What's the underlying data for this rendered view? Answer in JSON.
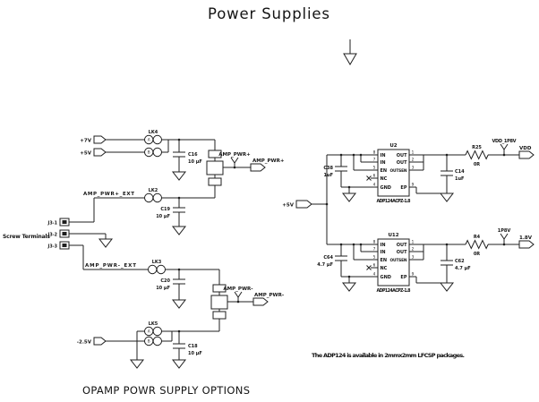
{
  "title": "Power Supplies",
  "caption": "OPAMP POWR SUPPLY OPTIONS",
  "note": "The ADP124 is available in 2mmx2mm LFCSP packages.",
  "screw": {
    "label": "Screw Terminals",
    "pin1": "J3-1",
    "pin2": "J3-2",
    "pin3": "J3-3"
  },
  "inputs": {
    "p7": "+7V",
    "p5": "+5V",
    "n25": "-2.5V",
    "p5r": "+5V"
  },
  "links": {
    "lk4": "LK4",
    "lk2": "LK2",
    "lk3": "LK3",
    "lk5": "LK5",
    "a": "A",
    "b": "B"
  },
  "caps": {
    "c16r": "C16",
    "c16v": "10 µF",
    "c19r": "C19",
    "c19v": "10 µF",
    "c20r": "C20",
    "c20v": "10 µF",
    "c18r": "C18",
    "c18v": "10 µF"
  },
  "nets": {
    "pp": "AMP_PWR+",
    "pp_out": "AMP_PWR+",
    "pp_ext": "AMP_PWR+_EXT",
    "pn": "AMP_PWR-",
    "pn_out": "AMP_PWR-",
    "pn_ext": "AMP_PWR-_EXT"
  },
  "u2": {
    "ref": "U2",
    "part": "ADP124ACPZ-1.8",
    "p8": "8",
    "p7": "7",
    "p5": "5",
    "p6": "6",
    "p4": "4",
    "p1": "1",
    "p2": "2",
    "p3": "3",
    "p9": "9",
    "in": "IN",
    "en": "EN",
    "nc": "NC",
    "gnd": "GND",
    "out": "OUT",
    "outsen": "OUTSEN",
    "ep": "EP",
    "cinr": "C38",
    "cinv": "1uF",
    "coutr": "C14",
    "coutv": "1uF",
    "resr": "R25",
    "resv": "0R",
    "net": "VDD_1P8V",
    "out_label": "VDD"
  },
  "u12": {
    "ref": "U12",
    "part": "ADP124ACPZ-1.8",
    "p8": "8",
    "p7": "7",
    "p5": "5",
    "p6": "6",
    "p4": "4",
    "p1": "1",
    "p2": "2",
    "p3": "3",
    "p9": "9",
    "in": "IN",
    "en": "EN",
    "nc": "NC",
    "gnd": "GND",
    "out": "OUT",
    "outsen": "OUTSEN",
    "ep": "EP",
    "cinr": "C64",
    "cinv": "4.7 µF",
    "coutr": "C62",
    "coutv": "4.7 µF",
    "resr": "R4",
    "resv": "0R",
    "net": "1P8V",
    "out_label": "1.8V"
  }
}
